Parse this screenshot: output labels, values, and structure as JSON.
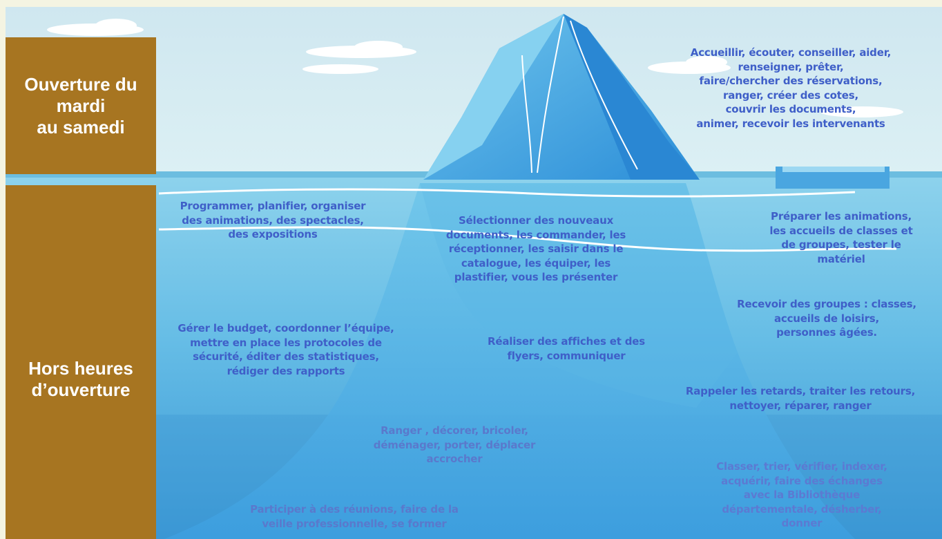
{
  "labels": {
    "above": "Ouverture du\nmardi\nau samedi",
    "below": "Hors heures\nd’ouverture"
  },
  "visible_tasks": [
    "Accueillir, écouter, conseiller, aider,\nrenseigner, prêter,\nfaire/chercher des réservations,\nranger, créer des cotes,\ncouvrir les documents,\nanimer, recevoir les intervenants"
  ],
  "hidden_tasks": {
    "programmer": "Programmer, planifier, organiser\ndes animations, des spectacles,\ndes expositions",
    "selectionner": "Sélectionner des nouveaux\ndocuments, les commander, les\nréceptionner, les saisir dans le\ncatalogue, les équiper, les\nplastifier, vous les présenter",
    "preparer": "Préparer les animations,\nles accueils de classes et\nde groupes, tester le\nmatériel",
    "recevoir": "Recevoir des groupes : classes,\naccueils de loisirs,\npersonnes âgées.",
    "gerer": "Gérer le budget, coordonner l’équipe,\nmettre en place les protocoles de\nsécurité, éditer des statistiques,\nrédiger des rapports",
    "realiser": "Réaliser des affiches et des\nflyers, communiquer",
    "rappeler": "Rappeler les retards, traiter les retours,\nnettoyer, réparer, ranger",
    "ranger": "Ranger , décorer, bricoler,\ndéménager, porter, déplacer\naccrocher",
    "classer": "Classer, trier, vérifier, indexer,\nacquérir, faire des échanges\navec la Bibliothèque\ndépartementale, désherber,\ndonner",
    "participer": "Participer à des réunions, faire de la\nveille professionnelle, se former"
  },
  "colors": {
    "sky": "#d7ecf2",
    "water_top": "#82cbe8",
    "water_bottom": "#2f8fd0",
    "label_box": "#a77521",
    "text": "#3f5fc8",
    "page_border": "#f4f4e2"
  }
}
